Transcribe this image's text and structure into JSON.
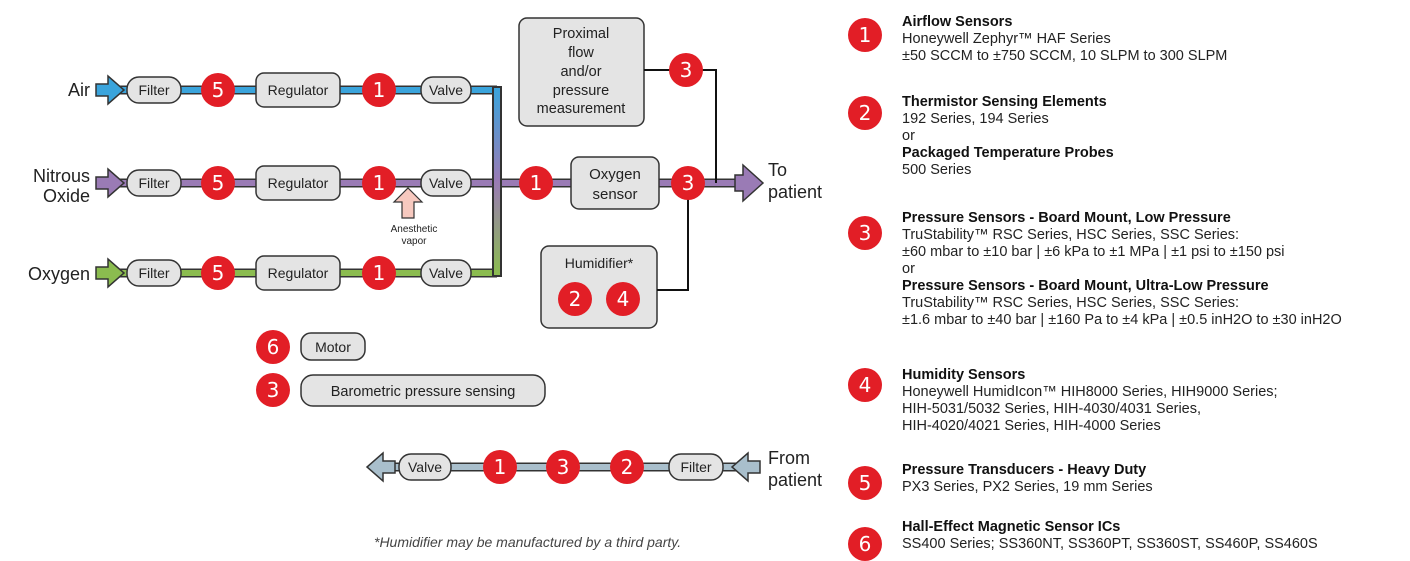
{
  "inputs": {
    "air": "Air",
    "nitrous": "Nitrous Oxide",
    "oxygen": "Oxygen"
  },
  "flow_labels": {
    "filter": "Filter",
    "regulator": "Regulator",
    "valve": "Valve",
    "oxygen_sensor": "Oxygen sensor",
    "proximal": "Proximal flow and/or pressure measurement",
    "humidifier": "Humidifier*",
    "anesthetic": "Anesthetic vapor",
    "to_patient": "To patient",
    "from_patient": "From patient",
    "motor": "Motor",
    "barometric": "Barometric pressure sensing"
  },
  "footnote": "*Humidifier may be manufactured by a third party.",
  "legend": [
    {
      "num": "1",
      "lines": [
        {
          "bold": "Airflow Sensors"
        },
        {
          "text": "Honeywell Zephyr™ HAF Series"
        },
        {
          "text": "±50 SCCM to ±750 SCCM, 10 SLPM to 300 SLPM"
        }
      ]
    },
    {
      "num": "2",
      "lines": [
        {
          "bold": "Thermistor Sensing Elements"
        },
        {
          "text": "192 Series, 194 Series"
        },
        {
          "text": "or"
        },
        {
          "bold": "Packaged Temperature Probes"
        },
        {
          "text": "500 Series"
        }
      ]
    },
    {
      "num": "3",
      "lines": [
        {
          "bold": "Pressure Sensors - Board Mount, Low Pressure"
        },
        {
          "text": "TruStability™ RSC Series, HSC Series, SSC Series:"
        },
        {
          "text": "±60 mbar to ±10 bar | ±6 kPa to ±1 MPa | ±1 psi to ±150 psi"
        },
        {
          "text": "or"
        },
        {
          "bold": "Pressure Sensors - Board Mount, Ultra-Low Pressure"
        },
        {
          "text": "TruStability™ RSC Series, HSC Series, SSC Series:"
        },
        {
          "text": "±1.6 mbar to ±40 bar | ±160 Pa to ±4 kPa | ±0.5 inH2O to ±30 inH2O"
        }
      ]
    },
    {
      "num": "4",
      "lines": [
        {
          "bold": "Humidity Sensors"
        },
        {
          "text": "Honeywell HumidIcon™ HIH8000 Series, HIH9000 Series;"
        },
        {
          "text": "HIH-5031/5032 Series, HIH-4030/4031 Series,"
        },
        {
          "text": "HIH-4020/4021 Series, HIH-4000 Series"
        }
      ]
    },
    {
      "num": "5",
      "lines": [
        {
          "bold": "Pressure Transducers - Heavy Duty"
        },
        {
          "text": "PX3 Series, PX2 Series, 19 mm Series"
        }
      ]
    },
    {
      "num": "6",
      "lines": [
        {
          "bold": "Hall-Effect Magnetic Sensor ICs"
        },
        {
          "text": "SS400 Series; SS360NT, SS360PT, SS360ST, SS460P, SS460S"
        }
      ]
    }
  ],
  "colors": {
    "air": "#3aa4dc",
    "nitrous": "#9a7bb5",
    "oxygen": "#8bbc4f",
    "return": "#a9bfcc",
    "badge": "#e21e26",
    "vapor": "#f7c9bf"
  }
}
